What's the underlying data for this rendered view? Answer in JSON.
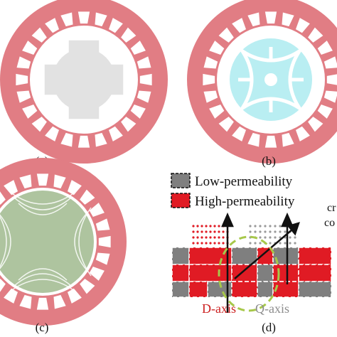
{
  "panels": [
    {
      "label": "(a)"
    },
    {
      "label": "(b)"
    },
    {
      "label": "(c)"
    },
    {
      "label": "(d)"
    }
  ],
  "legend": [
    {
      "label": "Low-permeability",
      "color": "#7f7f7f"
    },
    {
      "label": "High-permeability",
      "color": "#e01b24"
    }
  ],
  "axes": {
    "d_axis": "D-axis",
    "q_axis": "Q-axis"
  },
  "partial_label": {
    "line1": "cr",
    "line2": "co"
  },
  "colors": {
    "stator": "#e17d84",
    "rotor_a": "#e2e2e2",
    "rotor_b": "#b9eef2",
    "rotor_c": "#aec49f",
    "high": "#e01b24",
    "low": "#7f7f7f",
    "circle_dash": "#a7c84a",
    "d_axis_text": "#cc1f1f",
    "q_axis_text": "#8c8c8c"
  }
}
